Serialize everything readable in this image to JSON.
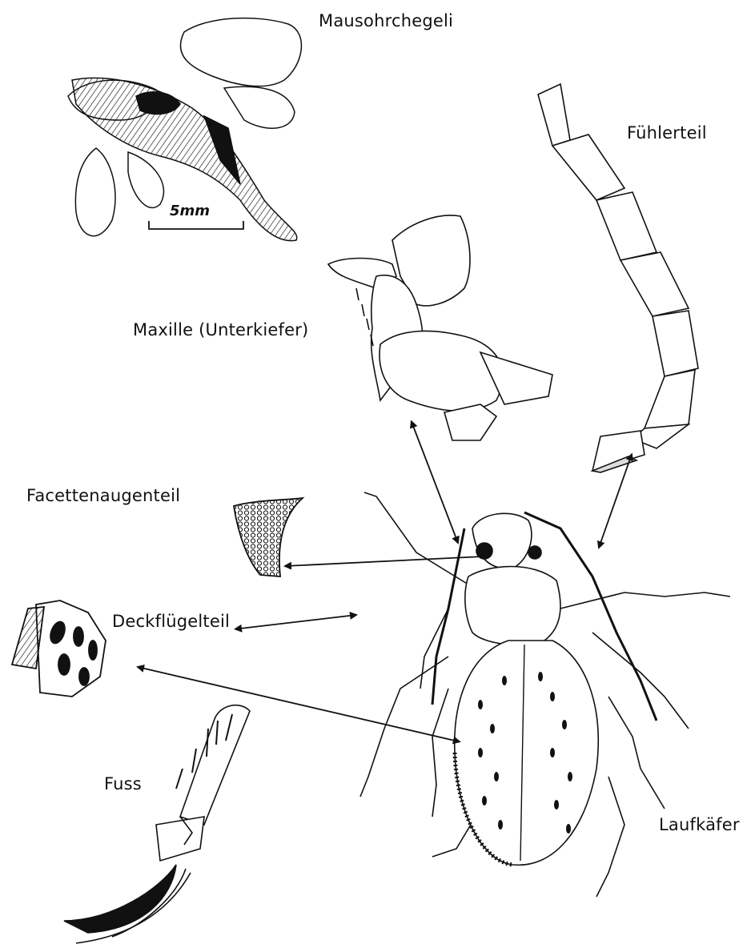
{
  "labels": {
    "mausohr": "Mausohrchegeli",
    "fuehler": "Fühlerteil",
    "maxille": "Maxille (Unterkiefer)",
    "facette": "Facettenaugenteil",
    "deckfluegel": "Deckflügelteil",
    "fuss": "Fuss",
    "laufkaefer": "Laufkäfer"
  },
  "scale_bar": "5mm"
}
